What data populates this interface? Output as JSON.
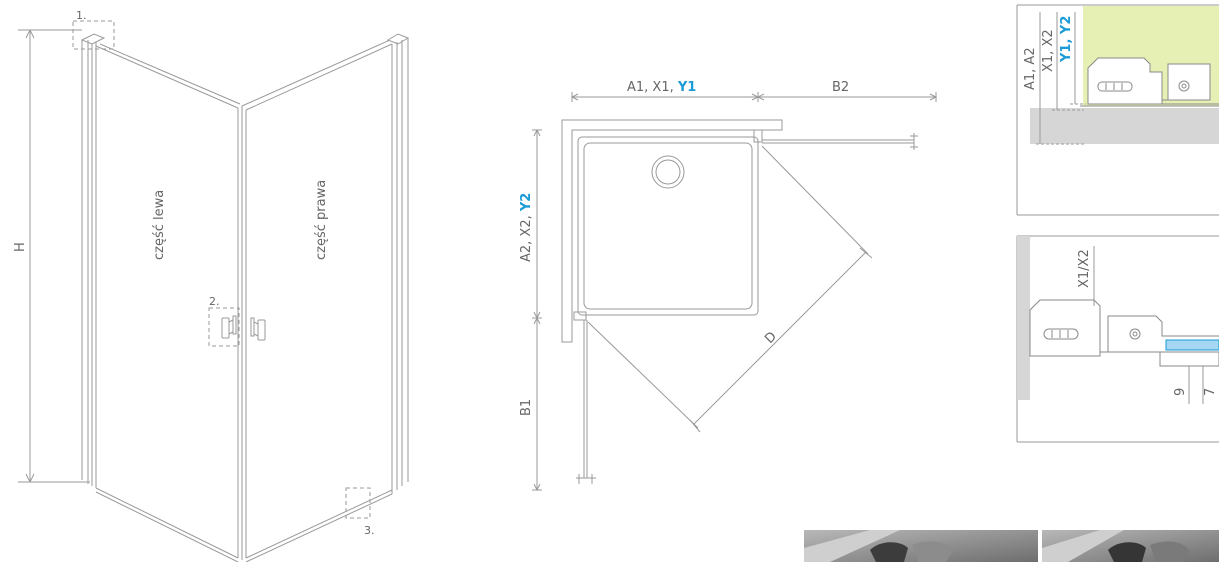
{
  "perspective": {
    "height_label": "H",
    "left_panel_label": "część lewa",
    "right_panel_label": "część prawa",
    "callout_1": "1.",
    "callout_2": "2.",
    "callout_3": "3."
  },
  "plan": {
    "top_dim_plain": "A1, X1, ",
    "top_dim_blue": "Y1",
    "right_dim": "B2",
    "left_dim_plain": "A2, X2, ",
    "left_dim_blue": "Y2",
    "bottom_dim": "B1",
    "diagonal_label": "D"
  },
  "detail_top": {
    "label_a": "A1, A2",
    "label_x": "X1, X2",
    "label_y": "Y1, Y2"
  },
  "detail_bottom": {
    "label_x": "X1/X2",
    "label_9": "9",
    "label_7": "7"
  },
  "colors": {
    "line": "#9a9a9a",
    "text": "#666666",
    "accent_blue": "#1a9bd7",
    "wall_fill": "#e6f0b4",
    "floor_fill": "#d6d6d6"
  }
}
